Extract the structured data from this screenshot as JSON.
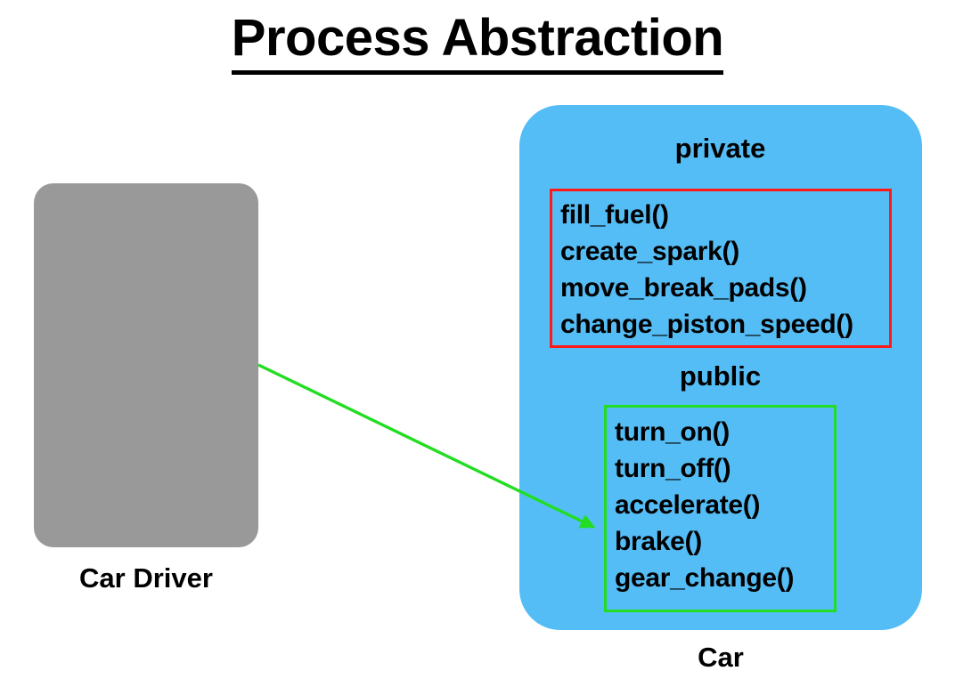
{
  "title": {
    "text": "Process Abstraction",
    "underlined": true
  },
  "actor": {
    "label": "Car Driver",
    "shape": "rounded-rectangle",
    "fill_color": "#999999"
  },
  "object": {
    "label": "Car",
    "shape": "rounded-rectangle",
    "fill_color": "#55bdf5"
  },
  "sections": {
    "private": {
      "heading": "private",
      "border_color": "#ff1a1a",
      "members": [
        "fill_fuel()",
        "create_spark()",
        "move_break_pads()",
        "change_piston_speed()"
      ]
    },
    "public": {
      "heading": "public",
      "border_color": "#22dd22",
      "members": [
        "turn_on()",
        "turn_off()",
        "accelerate()",
        "brake()",
        "gear_change()"
      ]
    }
  },
  "connector": {
    "type": "arrow",
    "color": "#22dd22",
    "from": "Car Driver",
    "to": "public"
  },
  "canvas": {
    "background_color": "#ffffff",
    "text_color": "#000000"
  }
}
